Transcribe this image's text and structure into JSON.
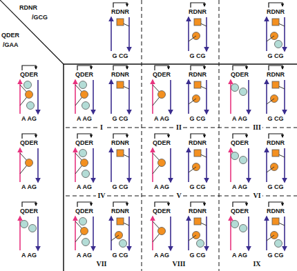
{
  "diagram": {
    "labels": [
      "RDNR",
      "/GCG",
      "QDER",
      "/GAA",
      "RDNR",
      "G CG",
      "RDNR",
      "G CG",
      "RDNR",
      "G CG",
      "QDER",
      "A AG",
      "QDER",
      "A AG",
      "RDNR",
      "G CG",
      "I",
      "QDER",
      "A AG",
      "RDNR",
      "G CG",
      "II",
      "QDER",
      "A AG",
      "RDNR",
      "G CG",
      "III",
      "QDER",
      "A AG",
      "QDER",
      "A AG",
      "RDNR",
      "G CG",
      "IV",
      "QDER",
      "A AG",
      "RDNR",
      "G CG",
      "V",
      "QDER",
      "A AG",
      "RDNR",
      "G CG",
      "VI",
      "QDER",
      "A AG",
      "QDER",
      "A AG",
      "RDNR",
      "G CG",
      "VII",
      "QDER",
      "A AG",
      "RDNR",
      "G CG",
      "VIII",
      "QDER",
      "A AG",
      "RDNR",
      "G CG",
      "IX"
    ]
  }
}
